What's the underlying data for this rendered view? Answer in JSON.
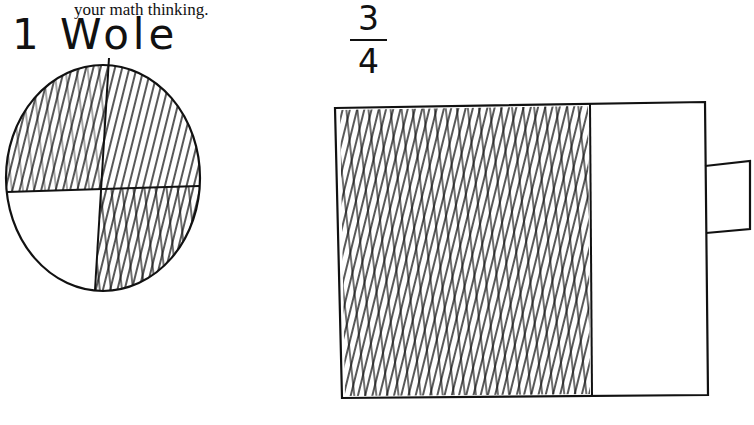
{
  "diagram": {
    "nodes": [
      {
        "text": [
          "1 Wole"
        ]
      },
      {
        "text": [
          "3",
          "4"
        ]
      }
    ],
    "labels": [
      "your math thinking."
    ]
  }
}
